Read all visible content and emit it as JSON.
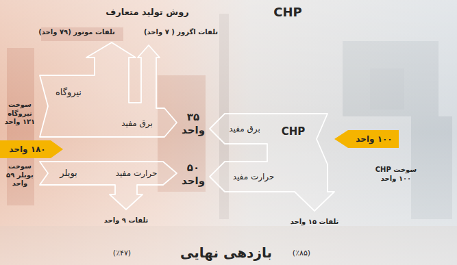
{
  "diagram": {
    "caption": "بازدهی نهایی",
    "nodes": [
      {
        "text": [
          "نیروگاه",
          "برق مفید"
        ]
      },
      {
        "text": [
          "بویلر",
          "حرارت مفید"
        ]
      },
      {
        "text": [
          "برق مفید",
          "CHP",
          "حرارت مفید"
        ]
      },
      {
        "text": [
          "۱۸۰ واحد"
        ]
      },
      {
        "text": [
          "۱۰۰ واحد"
        ]
      }
    ],
    "labels": [
      "روش تولید متعارف",
      "CHP",
      "تلفات موتور (۷۹ واحد)",
      "تلفات اگزوز ( ۷ واحد)",
      "سوخت نیروگاه ۱۲۱ واحد",
      "۳۵ واحد",
      "سوخت بویلر ۵۹ واحد",
      "۵۰ واحد",
      "سوخت CHP ۱۰۰ واحد",
      "تلفات ۹ واحد",
      "تلفات ۱۵ واحد",
      "(٪۴۷)",
      "(٪۸۵)"
    ]
  }
}
